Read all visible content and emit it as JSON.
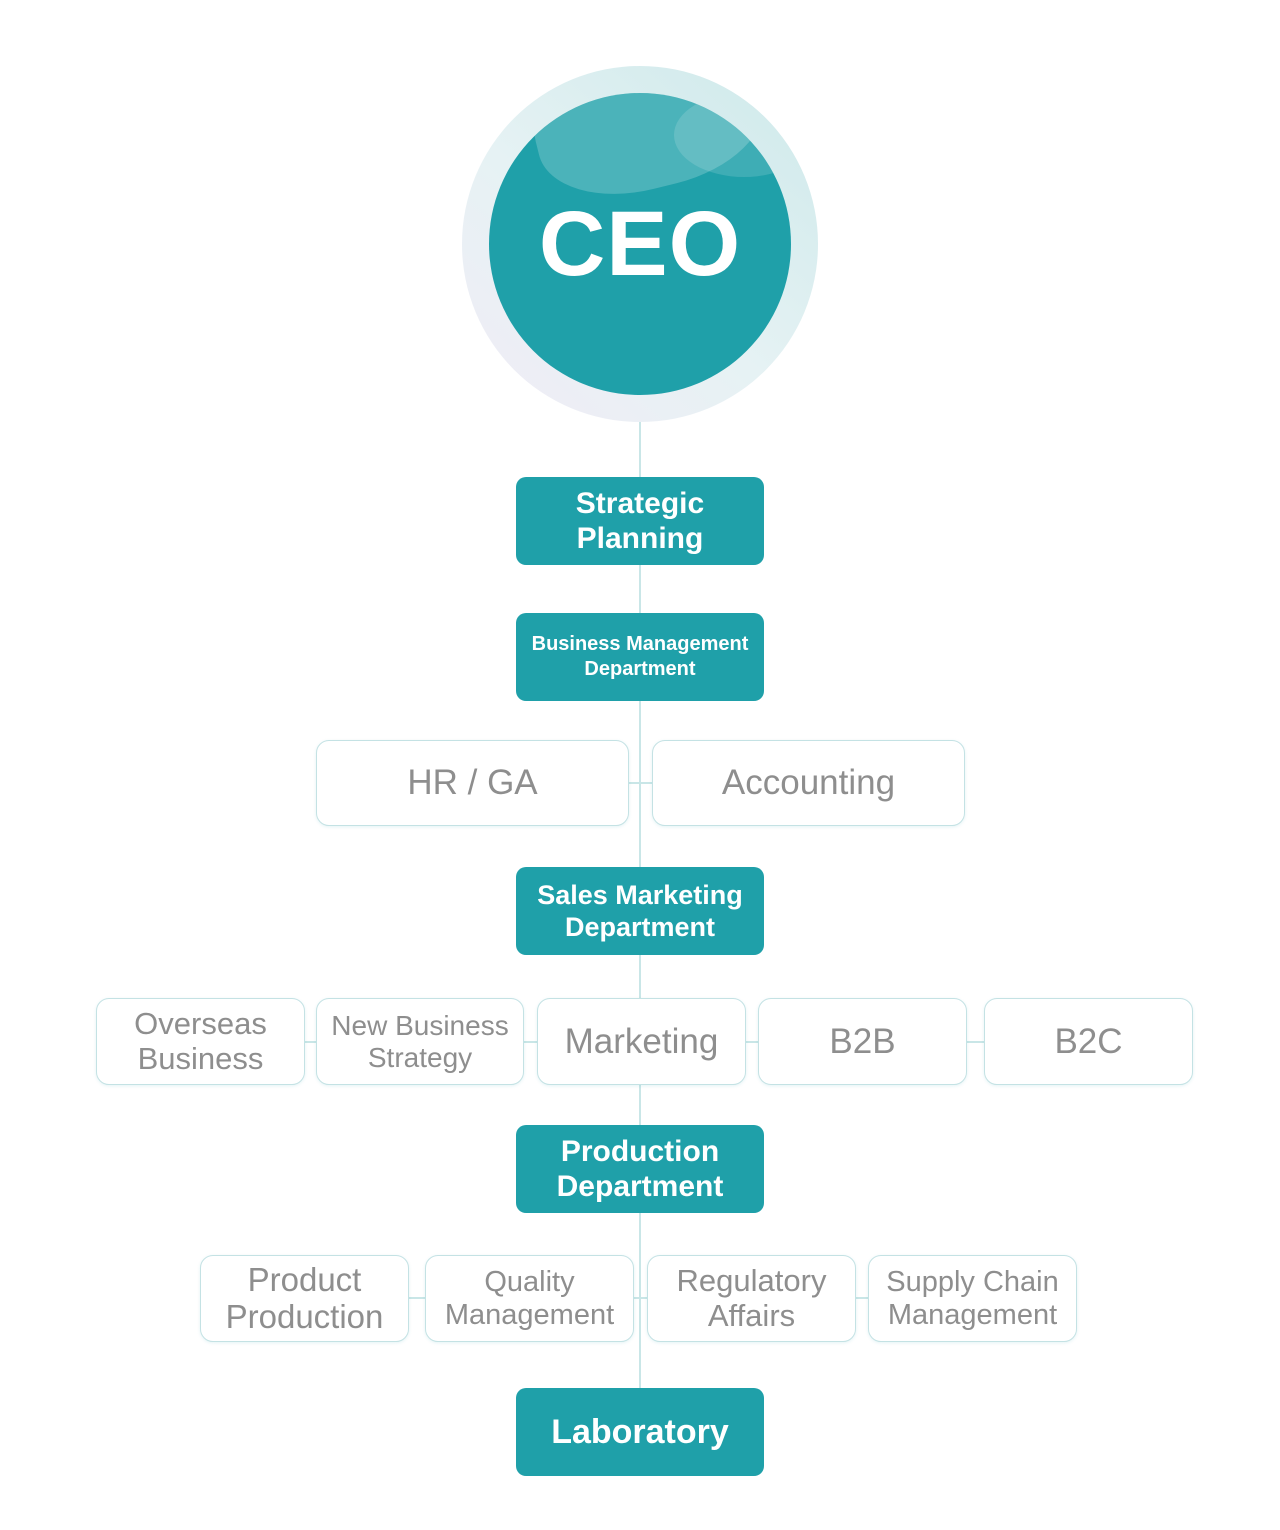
{
  "ceo": {
    "label": "CEO"
  },
  "departments": {
    "strategic_planning": "Strategic\nPlanning",
    "business_management": "Business Management\nDepartment",
    "sales_marketing": "Sales Marketing\nDepartment",
    "production": "Production\nDepartment",
    "laboratory": "Laboratory"
  },
  "business_management_units": [
    "HR / GA",
    "Accounting"
  ],
  "sales_marketing_units": [
    "Overseas\nBusiness",
    "New Business\nStrategy",
    "Marketing",
    "B2B",
    "B2C"
  ],
  "production_units": [
    "Product\nProduction",
    "Quality\nManagement",
    "Regulatory\nAffairs",
    "Supply Chain\nManagement"
  ],
  "colors": {
    "primary_teal": "#1fa0a9",
    "connector": "#c9e6e7",
    "sub_text": "#8e8e8e",
    "sub_border": "#c4e2e4"
  }
}
